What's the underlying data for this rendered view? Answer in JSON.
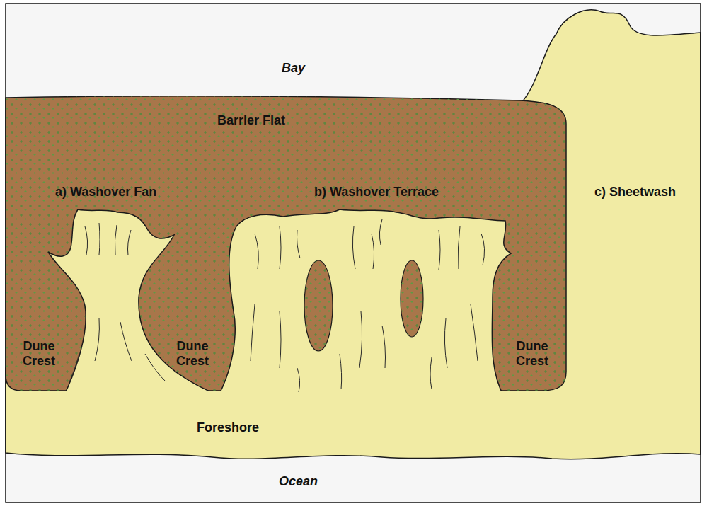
{
  "diagram": {
    "labels": [
      "Bay",
      "Barrier Flat",
      "a) Washover Fan",
      "b) Washover Terrace",
      "c) Sheetwash",
      "Dune Crest",
      "Dune Crest",
      "Dune Crest",
      "Foreshore",
      "Ocean"
    ]
  }
}
